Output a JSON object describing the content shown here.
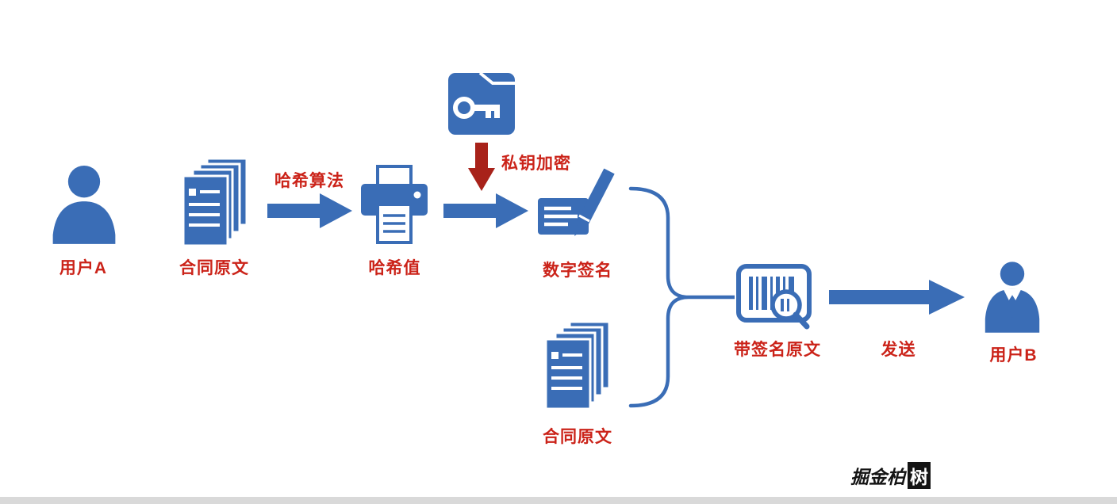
{
  "labels": {
    "user_a": "用户A",
    "contract_original_1": "合同原文",
    "hash_algorithm": "哈希算法",
    "hash_value": "哈希值",
    "private_key_encrypt": "私钥加密",
    "digital_signature": "数字签名",
    "contract_original_2": "合同原文",
    "signed_original": "带签名原文",
    "send": "发送",
    "user_b": "用户B"
  },
  "watermark": {
    "text": "掘金柏",
    "highlight": "树"
  },
  "icons": {
    "user_a": "person-silhouette-icon",
    "contract_original_1": "document-stack-icon",
    "hash_value": "printer-icon",
    "private_key": "key-folder-icon",
    "private_key_arrow": "red-down-arrow-icon",
    "digital_signature": "pen-document-icon",
    "contract_original_2": "document-stack-icon",
    "signed_original": "barcode-magnifier-icon",
    "user_b": "businessman-icon",
    "combine": "curly-brace"
  },
  "colors": {
    "blue": "#3a6db6",
    "red": "#cb2319",
    "dark_red": "#a8221a",
    "watermark_bg": "#141414",
    "footer_strip": "#d9d9d9"
  }
}
